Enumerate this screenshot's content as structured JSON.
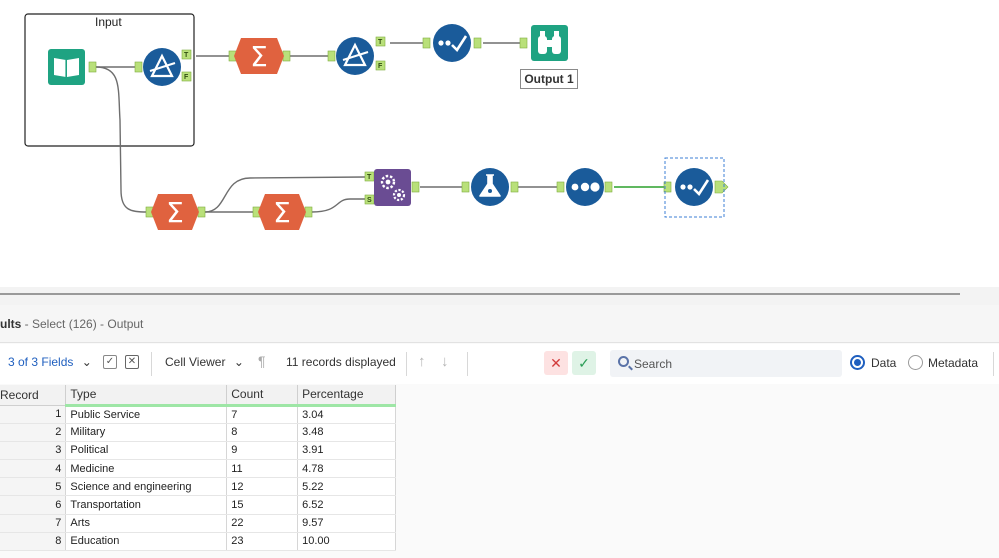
{
  "canvas": {
    "container_title": "Input",
    "output_label": "Output 1",
    "anchor_labels": {
      "true": "T",
      "false": "F",
      "source": "S"
    },
    "tools": [
      {
        "name": "input-data-tool-icon",
        "kind": "input",
        "color": "#1fa382"
      },
      {
        "name": "filter-tool-icon",
        "kind": "filter",
        "color": "#1a5b9a"
      },
      {
        "name": "summarize-tool-icon",
        "kind": "summarize",
        "color": "#e0623f"
      },
      {
        "name": "filter-tool-icon",
        "kind": "filter",
        "color": "#1a5b9a"
      },
      {
        "name": "select-tool-icon",
        "kind": "select",
        "color": "#1a5b9a"
      },
      {
        "name": "browse-tool-icon",
        "kind": "browse",
        "color": "#1fa382"
      },
      {
        "name": "summarize-tool-icon",
        "kind": "summarize",
        "color": "#e0623f"
      },
      {
        "name": "summarize-tool-icon",
        "kind": "summarize",
        "color": "#e0623f"
      },
      {
        "name": "append-fields-tool-icon",
        "kind": "append",
        "color": "#6a4c93"
      },
      {
        "name": "formula-tool-icon",
        "kind": "formula",
        "color": "#1a5b9a"
      },
      {
        "name": "sort-tool-icon",
        "kind": "sort",
        "color": "#1a5b9a"
      },
      {
        "name": "select-tool-icon",
        "kind": "select",
        "color": "#1a5b9a"
      }
    ]
  },
  "results": {
    "title_prefix": "ults",
    "title_sub": " - Select (126) - Output",
    "fields_label": "3 of 3 Fields",
    "cell_viewer_label": "Cell Viewer",
    "records_label": "11 records displayed",
    "search_placeholder": "Search",
    "radio_data": "Data",
    "radio_metadata": "Metadata",
    "selected_view": "Data"
  },
  "grid": {
    "columns": [
      "Record",
      "Type",
      "Count",
      "Percentage"
    ],
    "rows": [
      [
        "1",
        "Public Service",
        "7",
        "3.04"
      ],
      [
        "2",
        "Military",
        "8",
        "3.48"
      ],
      [
        "3",
        "Political",
        "9",
        "3.91"
      ],
      [
        "4",
        "Medicine",
        "11",
        "4.78"
      ],
      [
        "5",
        "Science and engineering",
        "12",
        "5.22"
      ],
      [
        "6",
        "Transportation",
        "15",
        "6.52"
      ],
      [
        "7",
        "Arts",
        "22",
        "9.57"
      ],
      [
        "8",
        "Education",
        "23",
        "10.00"
      ]
    ]
  },
  "colors": {
    "accent": "#1f5fbf",
    "connection": "#6e6e6e",
    "selected_connection": "#2ca02c",
    "anchor": "#b9e07a",
    "header_underline": "#9ee6a6"
  }
}
